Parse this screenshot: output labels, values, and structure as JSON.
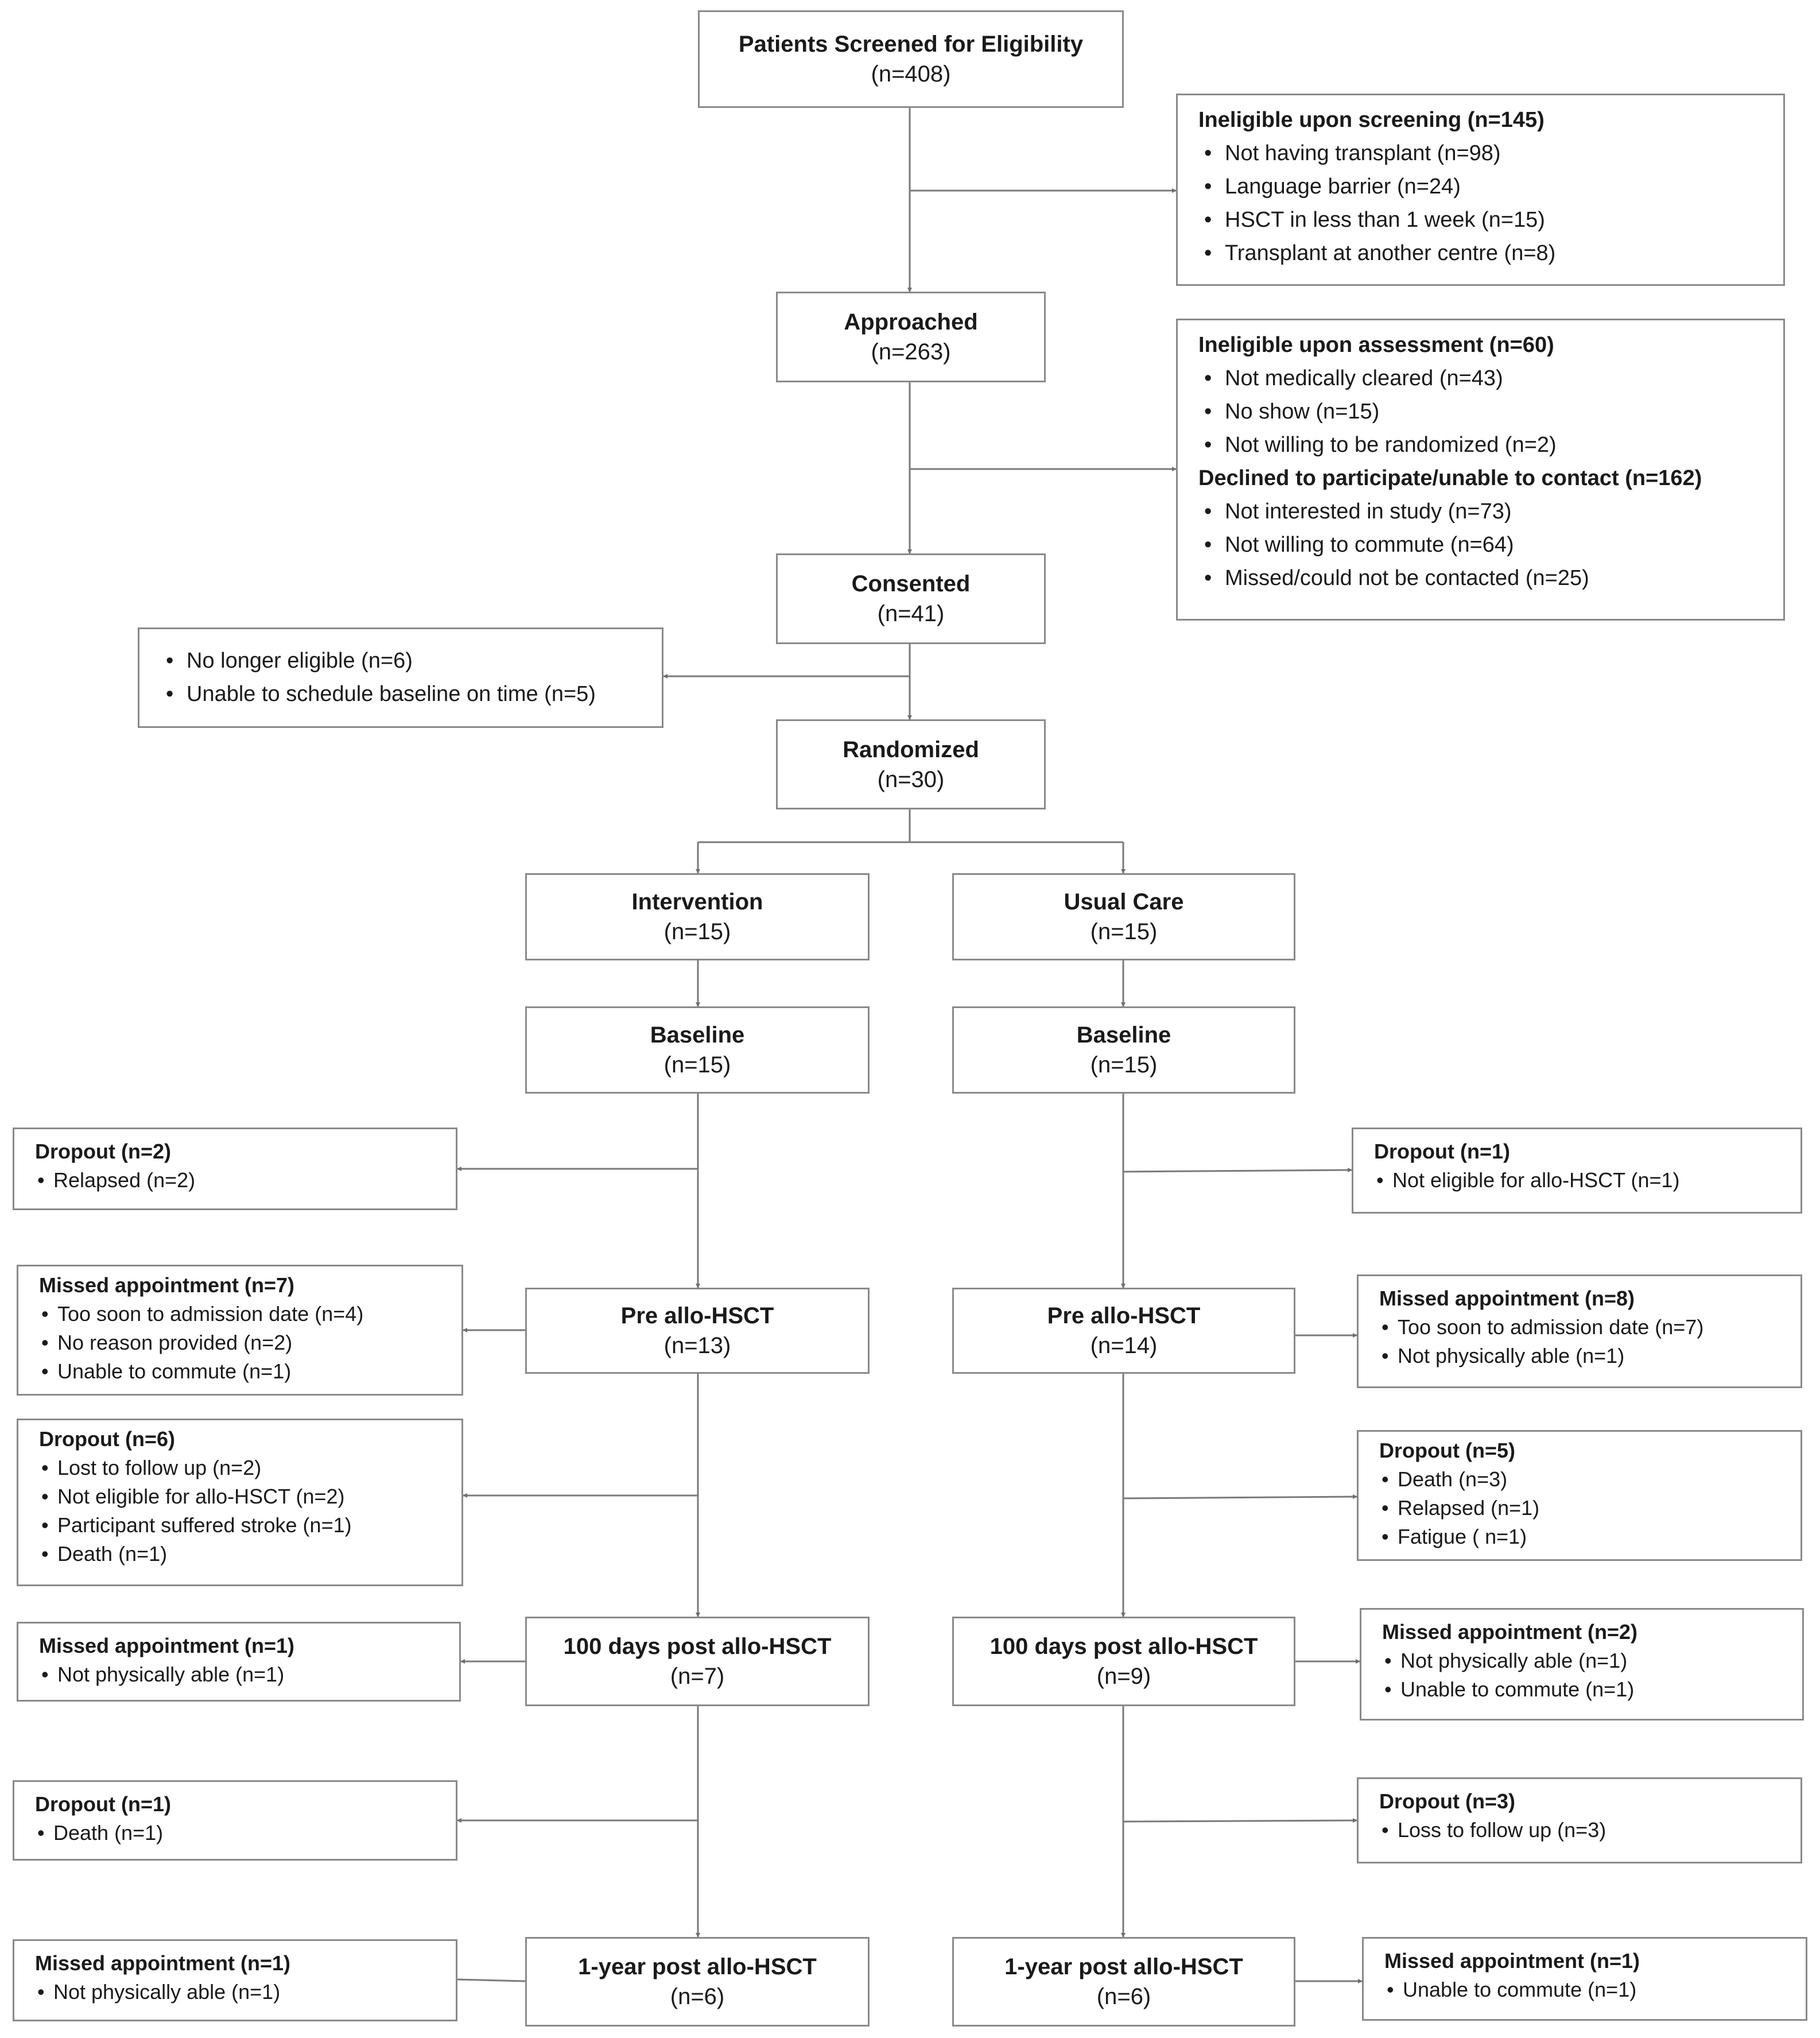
{
  "screened": {
    "title": "Patients Screened for Eligibility",
    "count": "(n=408)"
  },
  "ineligible_screening": {
    "title": "Ineligible upon screening (n=145)",
    "items": [
      "Not having transplant (n=98)",
      "Language barrier (n=24)",
      "HSCT in less than 1 week (n=15)",
      "Transplant at another centre (n=8)"
    ]
  },
  "approached": {
    "title": "Approached",
    "count": "(n=263)"
  },
  "ineligible_assessment": {
    "title": "Ineligible upon assessment (n=60)",
    "items": [
      "Not medically cleared (n=43)",
      "No show (n=15)",
      "Not willing to be randomized (n=2)"
    ],
    "declined_title": "Declined to participate/unable to contact (n=162)",
    "declined_items": [
      "Not interested in study (n=73)",
      "Not willing to commute (n=64)",
      "Missed/could not be contacted (n=25)"
    ]
  },
  "consented": {
    "title": "Consented",
    "count": "(n=41)"
  },
  "not_randomized": {
    "items": [
      "No longer eligible (n=6)",
      "Unable to schedule baseline on time (n=5)"
    ]
  },
  "randomized": {
    "title": "Randomized",
    "count": "(n=30)"
  },
  "intervention": {
    "arm": {
      "title": "Intervention",
      "count": "(n=15)"
    },
    "baseline": {
      "title": "Baseline",
      "count": "(n=15)"
    },
    "dropout1": {
      "title": "Dropout (n=2)",
      "items": [
        "Relapsed (n=2)"
      ]
    },
    "pre": {
      "title": "Pre allo-HSCT",
      "count": "(n=13)"
    },
    "missed_pre": {
      "title": "Missed appointment (n=7)",
      "items": [
        "Too soon to admission date (n=4)",
        "No reason provided (n=2)",
        "Unable to commute (n=1)"
      ]
    },
    "dropout2": {
      "title": "Dropout (n=6)",
      "items": [
        "Lost to follow up (n=2)",
        "Not eligible for allo-HSCT  (n=2)",
        "Participant suffered stroke (n=1)",
        "Death (n=1)"
      ]
    },
    "day100": {
      "title": "100 days post allo-HSCT",
      "count": "(n=7)"
    },
    "missed_100": {
      "title": "Missed appointment (n=1)",
      "items": [
        "Not physically able (n=1)"
      ]
    },
    "dropout3": {
      "title": "Dropout (n=1)",
      "items": [
        "Death (n=1)"
      ]
    },
    "year1": {
      "title": "1-year post allo-HSCT",
      "count": "(n=6)"
    },
    "missed_year": {
      "title": "Missed appointment (n=1)",
      "items": [
        "Not physically able (n=1)"
      ]
    }
  },
  "usual_care": {
    "arm": {
      "title": "Usual Care",
      "count": "(n=15)"
    },
    "baseline": {
      "title": "Baseline",
      "count": "(n=15)"
    },
    "dropout1": {
      "title": "Dropout (n=1)",
      "items": [
        "Not eligible for allo-HSCT  (n=1)"
      ]
    },
    "pre": {
      "title": "Pre allo-HSCT",
      "count": "(n=14)"
    },
    "missed_pre": {
      "title": "Missed appointment (n=8)",
      "items": [
        "Too soon to admission date (n=7)",
        "Not physically able (n=1)"
      ]
    },
    "dropout2": {
      "title": "Dropout (n=5)",
      "items": [
        "Death (n=3)",
        "Relapsed (n=1)",
        "Fatigue ( n=1)"
      ]
    },
    "day100": {
      "title": "100 days post allo-HSCT",
      "count": "(n=9)"
    },
    "missed_100": {
      "title": "Missed appointment (n=2)",
      "items": [
        "Not physically able (n=1)",
        "Unable to commute (n=1)"
      ]
    },
    "dropout3": {
      "title": "Dropout (n=3)",
      "items": [
        "Loss to follow up (n=3)"
      ]
    },
    "year1": {
      "title": "1-year post allo-HSCT",
      "count": "(n=6)"
    },
    "missed_year": {
      "title": "Missed appointment (n=1)",
      "items": [
        "Unable to commute (n=1)"
      ]
    }
  }
}
